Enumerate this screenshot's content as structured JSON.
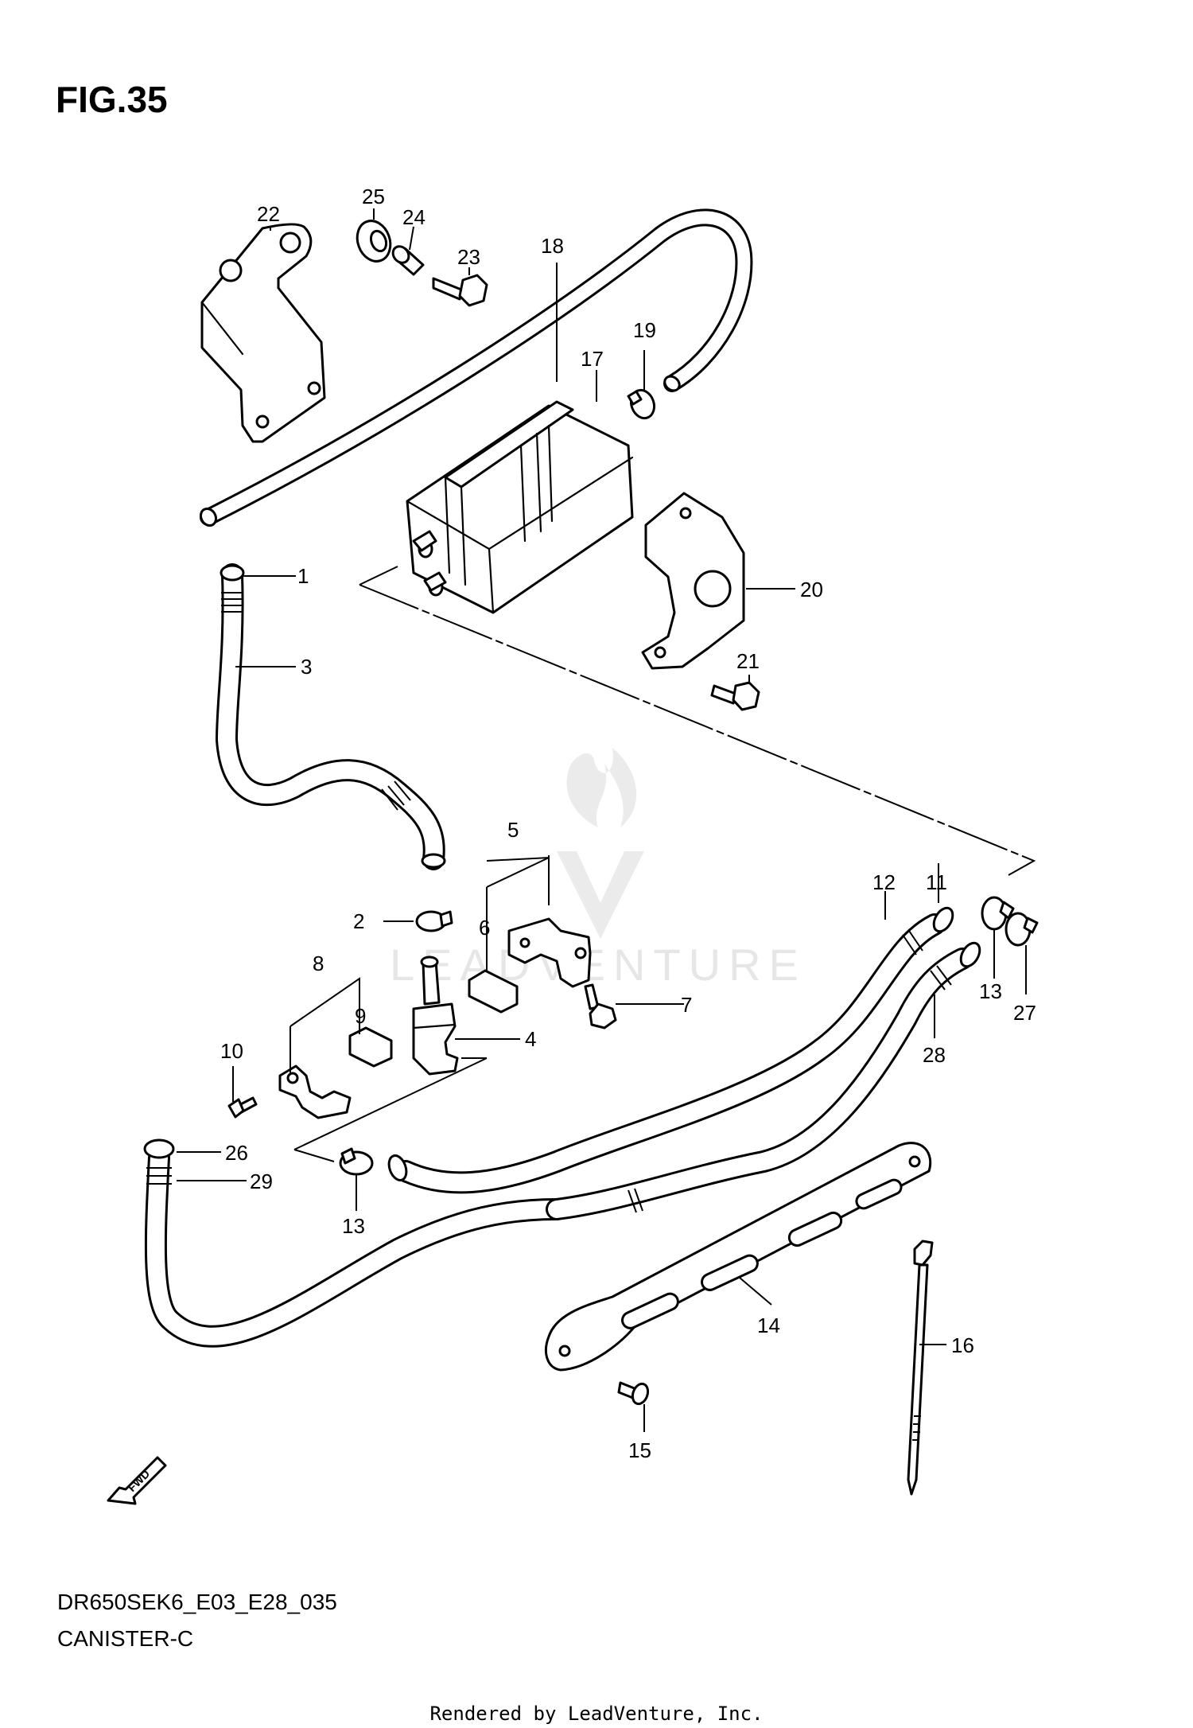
{
  "figure": {
    "title": "FIG.35",
    "model_code": "DR650SEK6_E03_E28_035",
    "assembly_name": "CANISTER-C",
    "credit": "Rendered by LeadVenture, Inc.",
    "watermark": "LEADVENTURE",
    "direction_tag": "FWD"
  },
  "callouts": [
    {
      "id": "c1",
      "text": "1"
    },
    {
      "id": "c2",
      "text": "2"
    },
    {
      "id": "c3",
      "text": "3"
    },
    {
      "id": "c4",
      "text": "4"
    },
    {
      "id": "c5",
      "text": "5"
    },
    {
      "id": "c6",
      "text": "6"
    },
    {
      "id": "c7",
      "text": "7"
    },
    {
      "id": "c8",
      "text": "8"
    },
    {
      "id": "c9",
      "text": "9"
    },
    {
      "id": "c10",
      "text": "10"
    },
    {
      "id": "c11",
      "text": "11"
    },
    {
      "id": "c12",
      "text": "12"
    },
    {
      "id": "c13a",
      "text": "13"
    },
    {
      "id": "c13b",
      "text": "13"
    },
    {
      "id": "c14",
      "text": "14"
    },
    {
      "id": "c15",
      "text": "15"
    },
    {
      "id": "c16",
      "text": "16"
    },
    {
      "id": "c17",
      "text": "17"
    },
    {
      "id": "c18",
      "text": "18"
    },
    {
      "id": "c19",
      "text": "19"
    },
    {
      "id": "c20",
      "text": "20"
    },
    {
      "id": "c21",
      "text": "21"
    },
    {
      "id": "c22",
      "text": "22"
    },
    {
      "id": "c23",
      "text": "23"
    },
    {
      "id": "c24",
      "text": "24"
    },
    {
      "id": "c25",
      "text": "25"
    },
    {
      "id": "c26",
      "text": "26"
    },
    {
      "id": "c27",
      "text": "27"
    },
    {
      "id": "c28",
      "text": "28"
    },
    {
      "id": "c29",
      "text": "29"
    }
  ]
}
